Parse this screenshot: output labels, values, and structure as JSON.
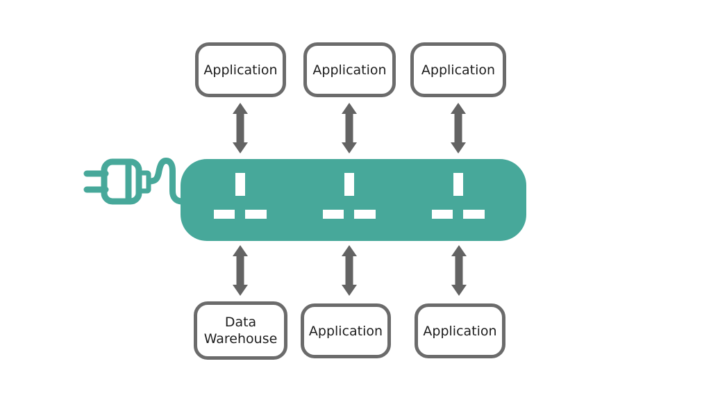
{
  "colors": {
    "teal": "#47a89a",
    "box_border": "#6b6b6b",
    "arrow": "#636363",
    "text": "#1c1c1c",
    "background": "#ffffff"
  },
  "icons": {
    "plug": "power-plug-icon",
    "cord": "power-cord-icon",
    "strip": "power-strip-icon",
    "socket": "uk-socket-icon",
    "connector": "double-headed-arrow-icon"
  },
  "nodes": {
    "top": [
      {
        "label": "Application"
      },
      {
        "label": "Application"
      },
      {
        "label": "Application"
      }
    ],
    "bottom": [
      {
        "label": "Data Warehouse"
      },
      {
        "label": "Application"
      },
      {
        "label": "Application"
      }
    ]
  }
}
